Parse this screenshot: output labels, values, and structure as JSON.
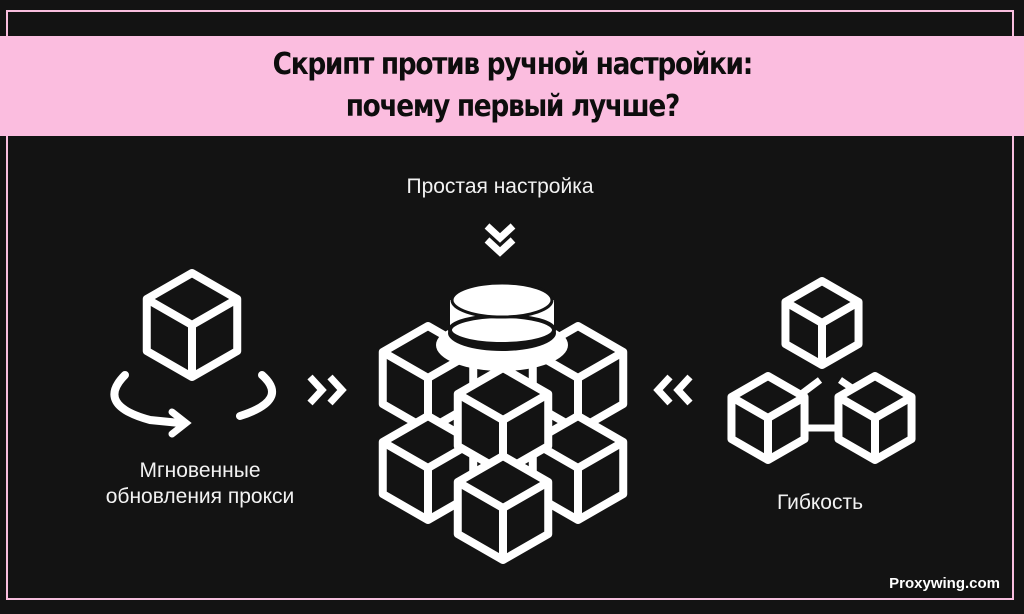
{
  "title": {
    "line1": "Скрипт против ручной настройки:",
    "line2": "почему первый лучше?"
  },
  "labels": {
    "top": "Простая настройка",
    "left": "Мгновенные обновления прокси",
    "right": "Гибкость"
  },
  "brand": "Proxywing.com",
  "colors": {
    "background": "#131313",
    "accent": "#fbbddf",
    "icon": "#ffffff"
  }
}
